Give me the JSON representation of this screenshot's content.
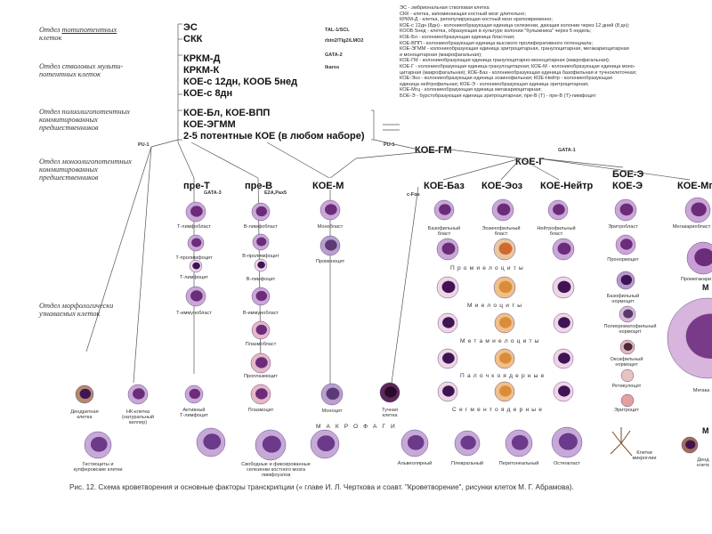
{
  "departments": [
    "Отдел <u>тотипотентных</u>\nклеток",
    "Отдел стволовых мульти-\nпотентных клеток",
    "Отдел полиолигопотентных\nкоммитированных\nпредшественников",
    "Отдел моноолигопотентных\nкоммитированных\nпредшественников",
    "Отдел морфологически\nузнаваемых клеток"
  ],
  "top_labels": [
    "ЭС",
    "СКК",
    "КРКМ-Д",
    "КРКМ-К",
    "КОЕ-с 12дн, КООБ 5нед",
    "КОЕ-с 8дн",
    "КОЕ-Бл, КОЕ-ВПП",
    "КОЕ-ЭГММ",
    "2-5 потентные КОЕ (в любом наборе)"
  ],
  "gene_factors": {
    "tal": "TAL-1/SCL",
    "rbtn": "rbtn2/Tlg2/LMO2",
    "gata2": "GATA-2",
    "ikaros": "Ikaros",
    "pu1_a": "PU-1",
    "pu1_b": "PU-1",
    "gata3": "GATA-3",
    "e2a": "E2A,Pax5",
    "gata1": "GATA-1",
    "cfos": "c-Fos"
  },
  "legend": [
    "ЭС - эмбриональная стволовая клетка",
    "СКК - клетка, запоминающая костный мозг длительно;",
    "КРКМ-Д - клетка, репопулирующая костный мозг кратковременно;",
    "КОЕ-с 12дн (8дн) - колониеобразующая единица селезенки, дающая колонии через 12 дней (8 дн);",
    "КООБ 5нед - клетка, образующая в культуре колонии \"булыжника\" через 5 недель;",
    "КОЕ-Бл - колониеобразующая единица бластная;",
    "КОЕ-ВПП - колониеобразующая единица высокого пролиферативного потенциала;",
    "КОЕ-ЭГММ - колониеобразующая единица эритроцитарная, гранулоцитарная, мегакариоцитарная",
    "и моноцитарная (макрофагальная);",
    "КОЕ-ГМ - колониеобразующая единица гранулоцитарно-моноцитарная (макрофагальная);",
    "КОЕ-Г - колониеобразующая единица гранулоцитарная; КОЕ-М - колониеобразующая единица моно-",
    "цитарная (макрофагальная); КОЕ-Баз - колониеобразующая единица базофильная и тучноклеточная;",
    "КОЕ-Эоз - колониеобразующая единица эозинофильная; КОЕ-Нейтр - колониеобразующая",
    "единица нейтрофильная; КОЕ-Э - колониеобразующая единица эритроцитарная;",
    "КОЕ-Мгц - колониеобразующая единица мегакариоцитарная;",
    "БОЕ-Э - бурстобразующая единица эритроцитарная; пре-В (Т) - пре-В (Т)-лимфоцит"
  ],
  "branches": {
    "koe_gm": "КОЕ-ГМ",
    "koe_g": "КОЕ-Г",
    "pre_t": "пре-Т",
    "pre_b": "пре-В",
    "koe_m": "КОЕ-М",
    "koe_baz": "КОЕ-Баз",
    "koe_eoz": "КОЕ-Эоз",
    "koe_neutr": "КОЕ-Нейтр",
    "boe_e": "БОЕ-Э",
    "koe_e": "КОЕ-Э",
    "koe_m2": "КОЕ-Мг"
  },
  "cell_labels": {
    "t_lymphoblast": "Т-лимфобласт",
    "t_prolymph": "Т-пролимфоцит",
    "t_lymph": "Т-лимфоцит",
    "t_immunoblast": "Т-иммунобласт",
    "b_lymphoblast": "В-лимфобласт",
    "b_prolymph": "В-пролимфоцит",
    "b_lymph": "В-лимфоцит",
    "b_immunoblast": "В-иммунобласт",
    "plasmablast": "Плазмобласт",
    "proplasmocyte": "Проплазмоцит",
    "monoblast": "Монобласт",
    "promonocyte": "Промоноцит",
    "baso_blast": "Базофильный\nбласт",
    "eos_blast": "Эозинофильный\nбласт",
    "neut_blast": "Нейтрофильный\nбласт",
    "erythroblast": "Эритробласт",
    "pronormocyte": "Пронормоцит",
    "baso_normocyte": "Базофильный\nнормоцит",
    "poly_normocyte": "Полихроматофильный\nнормоцит",
    "oxy_normocyte": "Оксифильный\nнормоцит",
    "reticulocyte": "Ретикулоцит",
    "erythrocyte": "Эритроцит",
    "megakaryoblast": "Мегакариобласт",
    "promegakaryocyte": "Промегакари",
    "megakaryocyte": "Мегака",
    "dendritic": "Дендритная\nклетка",
    "nk": "НК-клетка\n(натуральный\nкиллер)",
    "active_t": "Активный\nТ-лимфоцит",
    "plasmocyte": "Плазмоцит",
    "monocyte": "Моноцит",
    "mast": "Тучная\nклетка",
    "histiocytes": "Гистиоциты и\nкупферовские клетки",
    "alveolar_free": "Свободные и фиксированные\nселезенки     костного мозга     лимфоузлов",
    "alveolar": "Альвеолярный",
    "pleural": "Плевральный",
    "peritoneal": "Перитонеальный",
    "osteoclast": "Остеокласт",
    "microglia": "Клетки\nмикроглии",
    "dendritic2": "Денд\nклетк"
  },
  "stage_labels": {
    "promyelocytes": "Промиелоциты",
    "myelocytes": "Миелоциты",
    "metamyelocytes": "Метамиелоциты",
    "band": "Палочкоядерные",
    "segmented": "Сегментоядерные",
    "macrophages": "МАКРОФАГИ"
  },
  "side_marks": [
    "М",
    "М"
  ],
  "caption": "Рис. 12.  Схема кроветворения и основные факторы транскрипции  (« главе И. Л. Черткова и соавт. \"Кроветворение\", рисунки клеток М. Г. Абрамова)."
}
